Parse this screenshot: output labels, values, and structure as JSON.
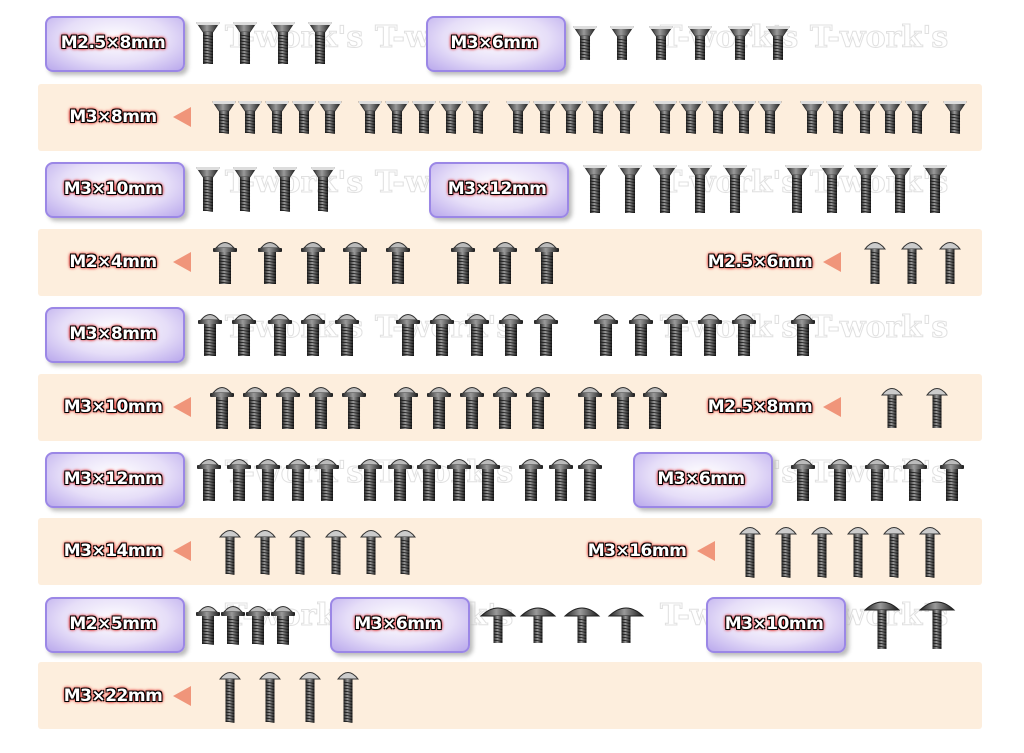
{
  "watermark": "T-work's",
  "colors": {
    "band": "#fdeedd",
    "box_border": "#9b87e6",
    "arrow": "#f0957a",
    "label_glow": "#dd0000"
  },
  "groups": [
    {
      "label": "M2.5×8mm",
      "head": "countersunk",
      "count": 4
    },
    {
      "label": "M3×6mm",
      "head": "countersunk",
      "count": 6
    },
    {
      "label": "M3×8mm",
      "head": "countersunk",
      "count": 26
    },
    {
      "label": "M3×10mm",
      "head": "countersunk",
      "count": 4
    },
    {
      "label": "M3×12mm",
      "head": "countersunk",
      "count": 10
    },
    {
      "label": "M2×4mm",
      "head": "flanged-button",
      "count": 8
    },
    {
      "label": "M2.5×6mm",
      "head": "button",
      "count": 3
    },
    {
      "label": "M3×8mm",
      "head": "flanged-button",
      "count": 16
    },
    {
      "label": "M3×10mm",
      "head": "flanged-button",
      "count": 13
    },
    {
      "label": "M2.5×8mm",
      "head": "button",
      "count": 2
    },
    {
      "label": "M3×12mm",
      "head": "flanged-button",
      "count": 13
    },
    {
      "label": "M3×6mm",
      "head": "flanged-button",
      "count": 5
    },
    {
      "label": "M3×14mm",
      "head": "button",
      "count": 6
    },
    {
      "label": "M3×16mm",
      "head": "button",
      "count": 6
    },
    {
      "label": "M2×5mm",
      "head": "flanged-button",
      "count": 4
    },
    {
      "label": "M3×6mm",
      "head": "wide-button",
      "count": 4
    },
    {
      "label": "M3×10mm",
      "head": "wide-button",
      "count": 2
    },
    {
      "label": "M3×22mm",
      "head": "button",
      "count": 4
    }
  ]
}
